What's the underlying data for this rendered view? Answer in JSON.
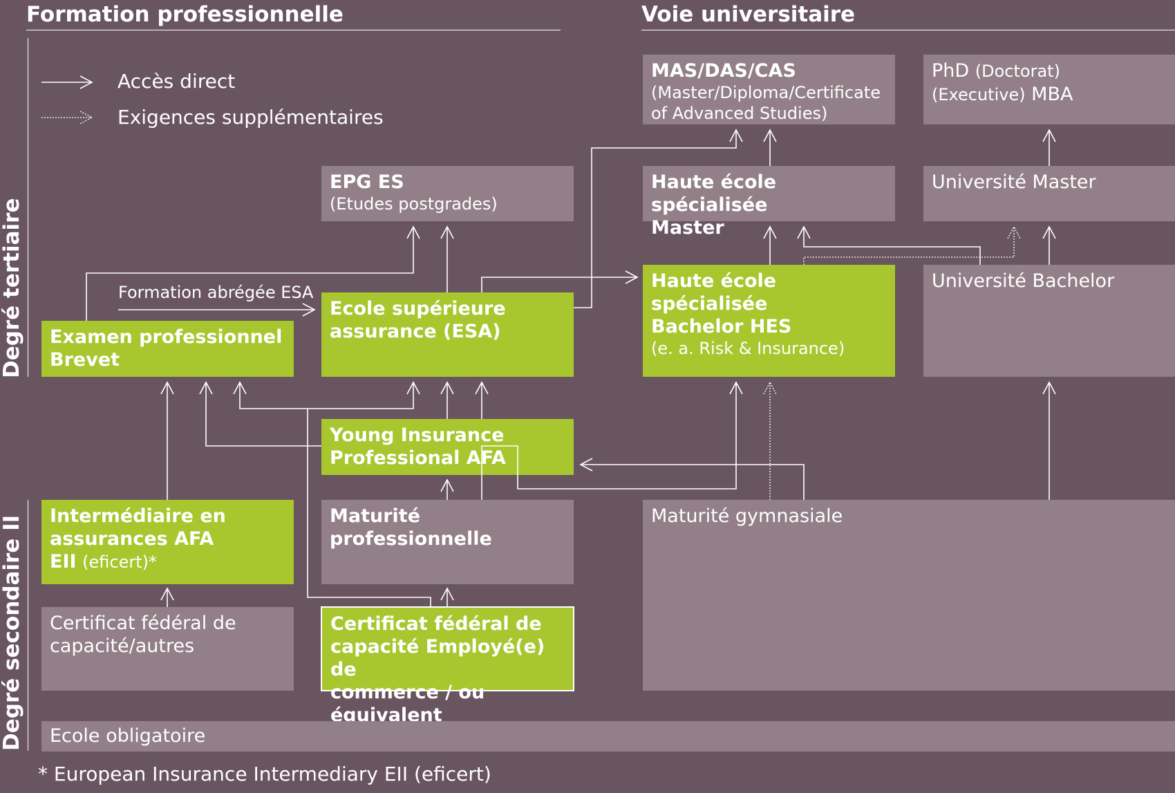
{
  "headers": {
    "left": "Formation professionnelle",
    "right": "Voie universitaire"
  },
  "side_labels": {
    "tertiary": "Degré tertiaire",
    "secondary": "Degré secondaire II"
  },
  "legend": {
    "direct": "Accès direct",
    "extra": "Exigences supplémentaires"
  },
  "boxes": {
    "mas": {
      "title": "MAS/DAS/CAS",
      "line1": "(Master/Diploma/Certificate",
      "line2": "of Advanced Studies)"
    },
    "phd": {
      "l1a": "PhD",
      "l1b": "(Doctorat)",
      "l2a": "(Executive)",
      "l2b": "MBA"
    },
    "epg": {
      "title": "EPG ES",
      "sub": "(Etudes postgrades)"
    },
    "hes_master": {
      "line1": "Haute école spécialisée",
      "line2": "Master"
    },
    "uni_master": {
      "label": "Université Master"
    },
    "hes_bachelor": {
      "line1": "Haute école spécialisée",
      "line2": "Bachelor HES",
      "sub": "(e. a. Risk & Insurance)"
    },
    "uni_bachelor": {
      "label": "Université Bachelor"
    },
    "esa": {
      "line1": "Ecole supérieure",
      "line2": "assurance (ESA)"
    },
    "examen": {
      "line1": "Examen professionnel",
      "line2": "Brevet"
    },
    "yip": {
      "line1": "Young Insurance",
      "line2": "Professional AFA"
    },
    "intermediaire": {
      "line1": "Intermédiaire en",
      "line2": "assurances AFA",
      "line3a": "EII",
      "line3b": "(eficert)*"
    },
    "maturite_pro": {
      "label": "Maturité professionnelle"
    },
    "maturite_gym": {
      "label": "Maturité gymnasiale"
    },
    "cfc_autres": {
      "line1": "Certificat fédéral de",
      "line2": "capacité/autres"
    },
    "cfc_employe": {
      "line1": "Certificat fédéral de",
      "line2": "capacité Employé(e) de",
      "line3": "commerce / ou équivalent"
    },
    "ecole_obl": {
      "label": "Ecole obligatoire"
    }
  },
  "arrow_label": "Formation abrégée ESA",
  "footnote": "* European Insurance Intermediary EII (eficert)",
  "colors": {
    "background": "#69555f",
    "grey_box": "#927f88",
    "green_box": "#a8c62e",
    "line": "#ffffff"
  }
}
